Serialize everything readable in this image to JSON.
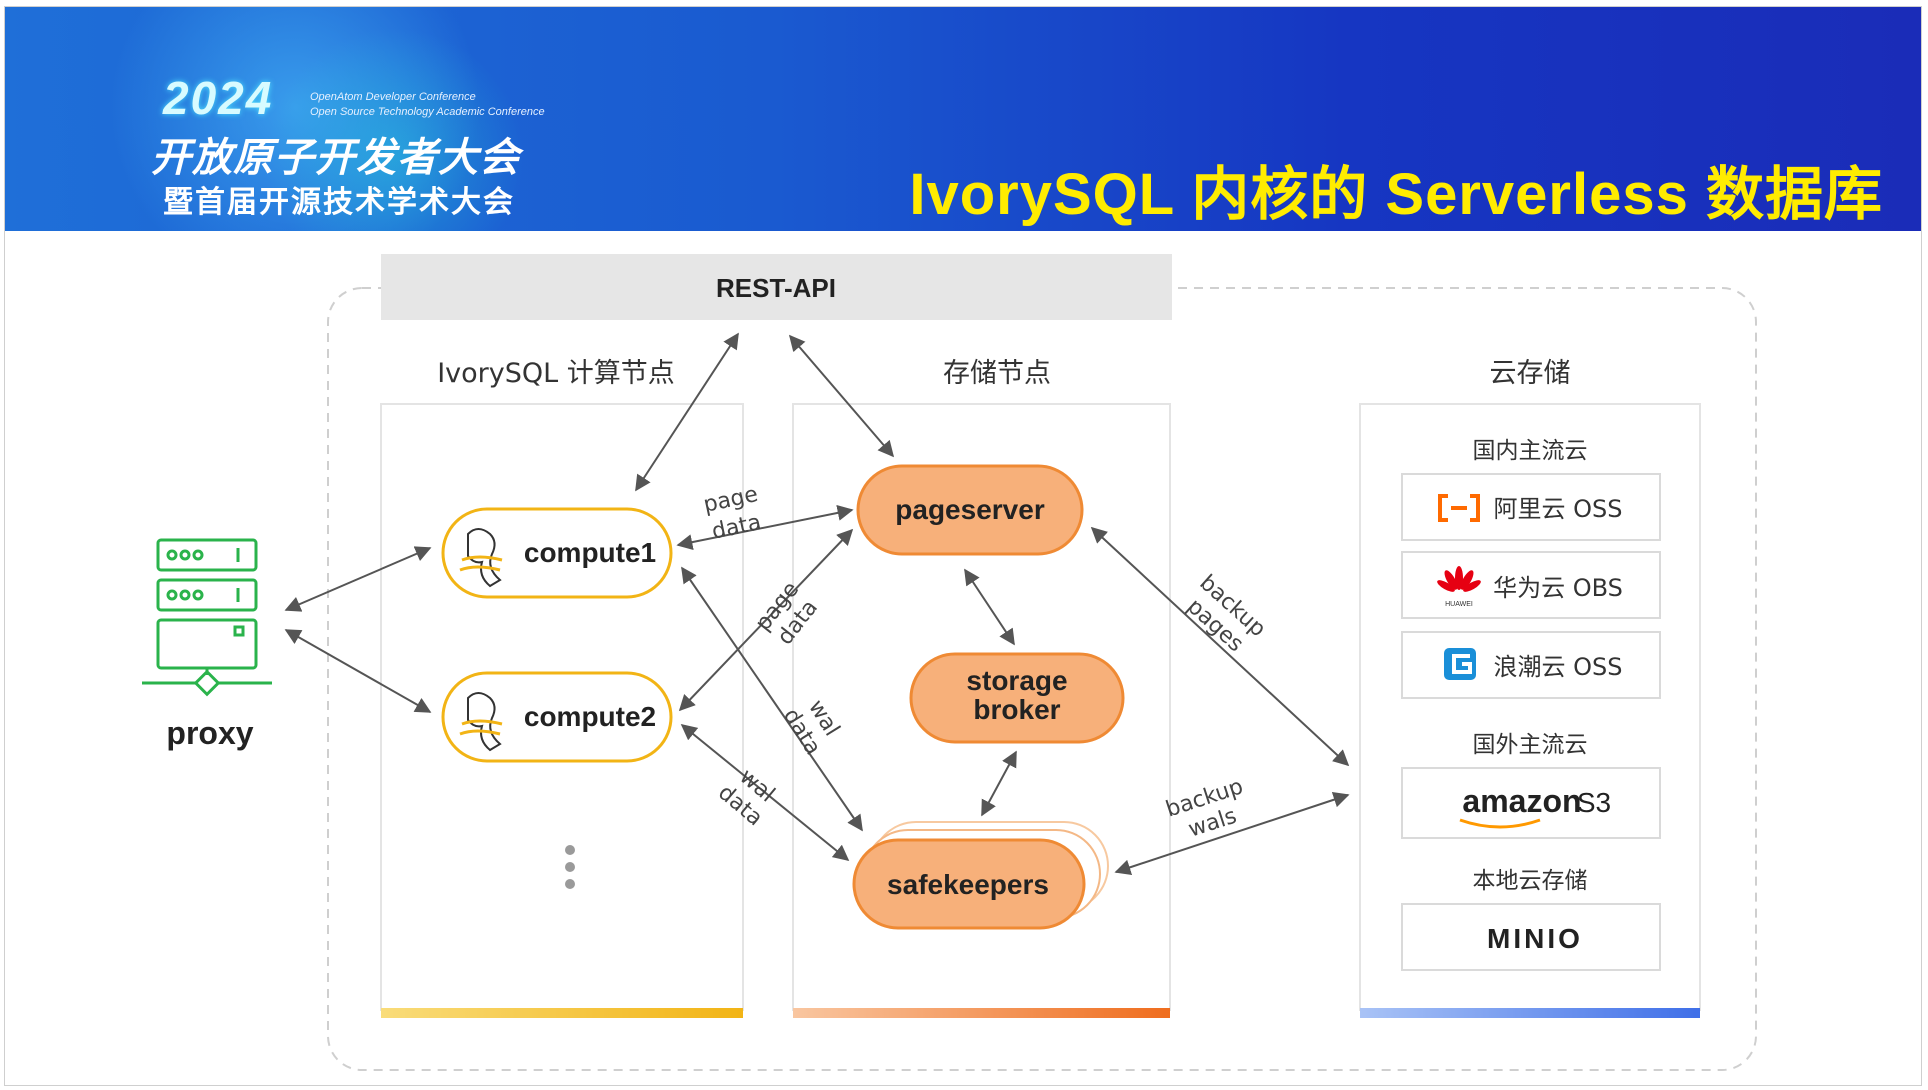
{
  "header": {
    "year": "2024",
    "conference_en_1": "OpenAtom Developer Conference",
    "conference_en_2": "Open Source Technology Academic Conference",
    "conference_cn_1": "开放原子开发者大会",
    "conference_cn_2": "暨首届开源技术学术大会",
    "title": "IvorySQL  内核的 Serverless 数据库"
  },
  "diagram": {
    "rest_api": "REST-API",
    "compute_section": "IvorySQL 计算节点",
    "storage_section": "存储节点",
    "cloud_section": "云存储",
    "proxy": "proxy",
    "compute1": "compute1",
    "compute2": "compute2",
    "pageserver": "pageserver",
    "storage_broker_1": "storage",
    "storage_broker_2": "broker",
    "safekeepers": "safekeepers",
    "edge_labels": {
      "page_data_1a": "page",
      "page_data_1b": "data",
      "page_data_2a": "page",
      "page_data_2b": "data",
      "wal_data_1a": "wal",
      "wal_data_1b": "data",
      "wal_data_2a": "wal",
      "wal_data_2b": "data",
      "backup_pages_a": "backup",
      "backup_pages_b": "pages",
      "backup_wals_a": "backup",
      "backup_wals_b": "wals"
    },
    "cloud": {
      "domestic_header": "国内主流云",
      "aliyun": "阿里云 OSS",
      "huawei": "华为云 OBS",
      "huawei_logo_text": "HUAWEI",
      "inspur": "浪潮云 OSS",
      "foreign_header": "国外主流云",
      "amazon_brand": "amazon",
      "amazon_service": "S3",
      "local_header": "本地云存储",
      "minio": "MINIO"
    },
    "icons": [
      "server-rack-icon",
      "elephant-icon",
      "aliyun-logo-icon",
      "huawei-logo-icon",
      "inspur-logo-icon",
      "ellipsis-vertical-icon"
    ]
  },
  "colors": {
    "banner_blue": "#1a4fd0",
    "title_yellow": "#ffec00",
    "proxy_green": "#2ab34b",
    "compute_yellow": "#f2b415",
    "storage_orange": "#f7b07a",
    "storage_border": "#ef8a34",
    "cloud_bar_blue": "#4f82ee"
  }
}
